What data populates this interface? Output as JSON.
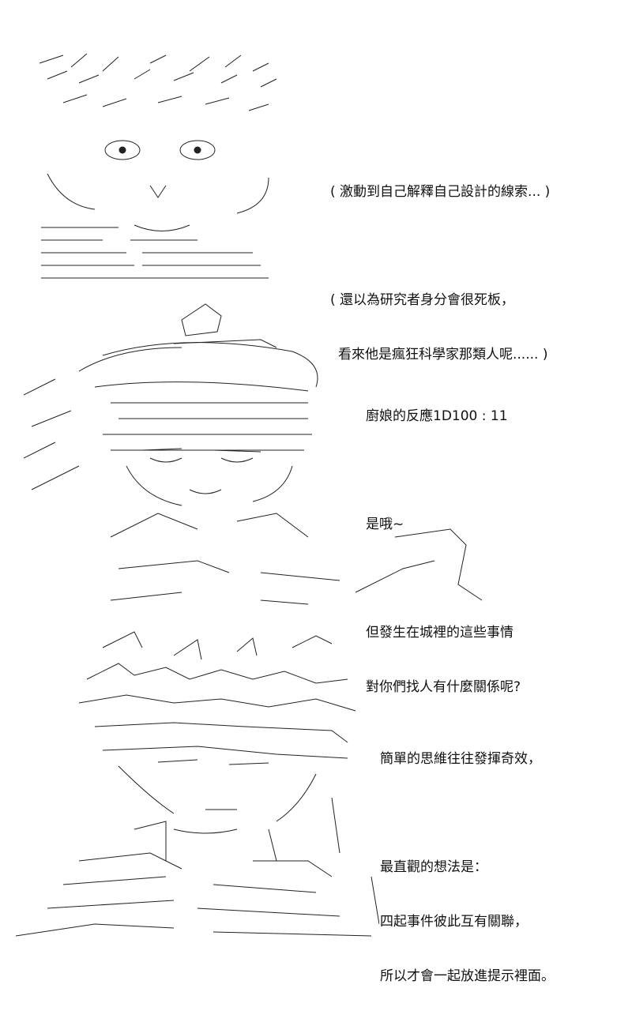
{
  "panels": [
    {
      "art": "ascii-art-surprised-character",
      "lines": [
        "( 激動到自己解釋自己設計的線索... )",
        "( 還以為研究者身分會很死板，",
        "看來他是瘋狂科學家那類人呢...... )"
      ]
    },
    {
      "art": "ascii-art-cook-girl-with-hat",
      "lines": [
        "廚娘的反應1D100 : 11",
        "是哦~",
        "但發生在城裡的這些事情",
        "對你們找人有什麼關係呢?"
      ]
    },
    {
      "art": "ascii-art-spiky-hair-character",
      "lines": [
        "簡單的思維往往發揮奇效，",
        "最直觀的想法是：",
        "四起事件彼此互有關聯，",
        "所以才會一起放進提示裡面。"
      ]
    }
  ]
}
